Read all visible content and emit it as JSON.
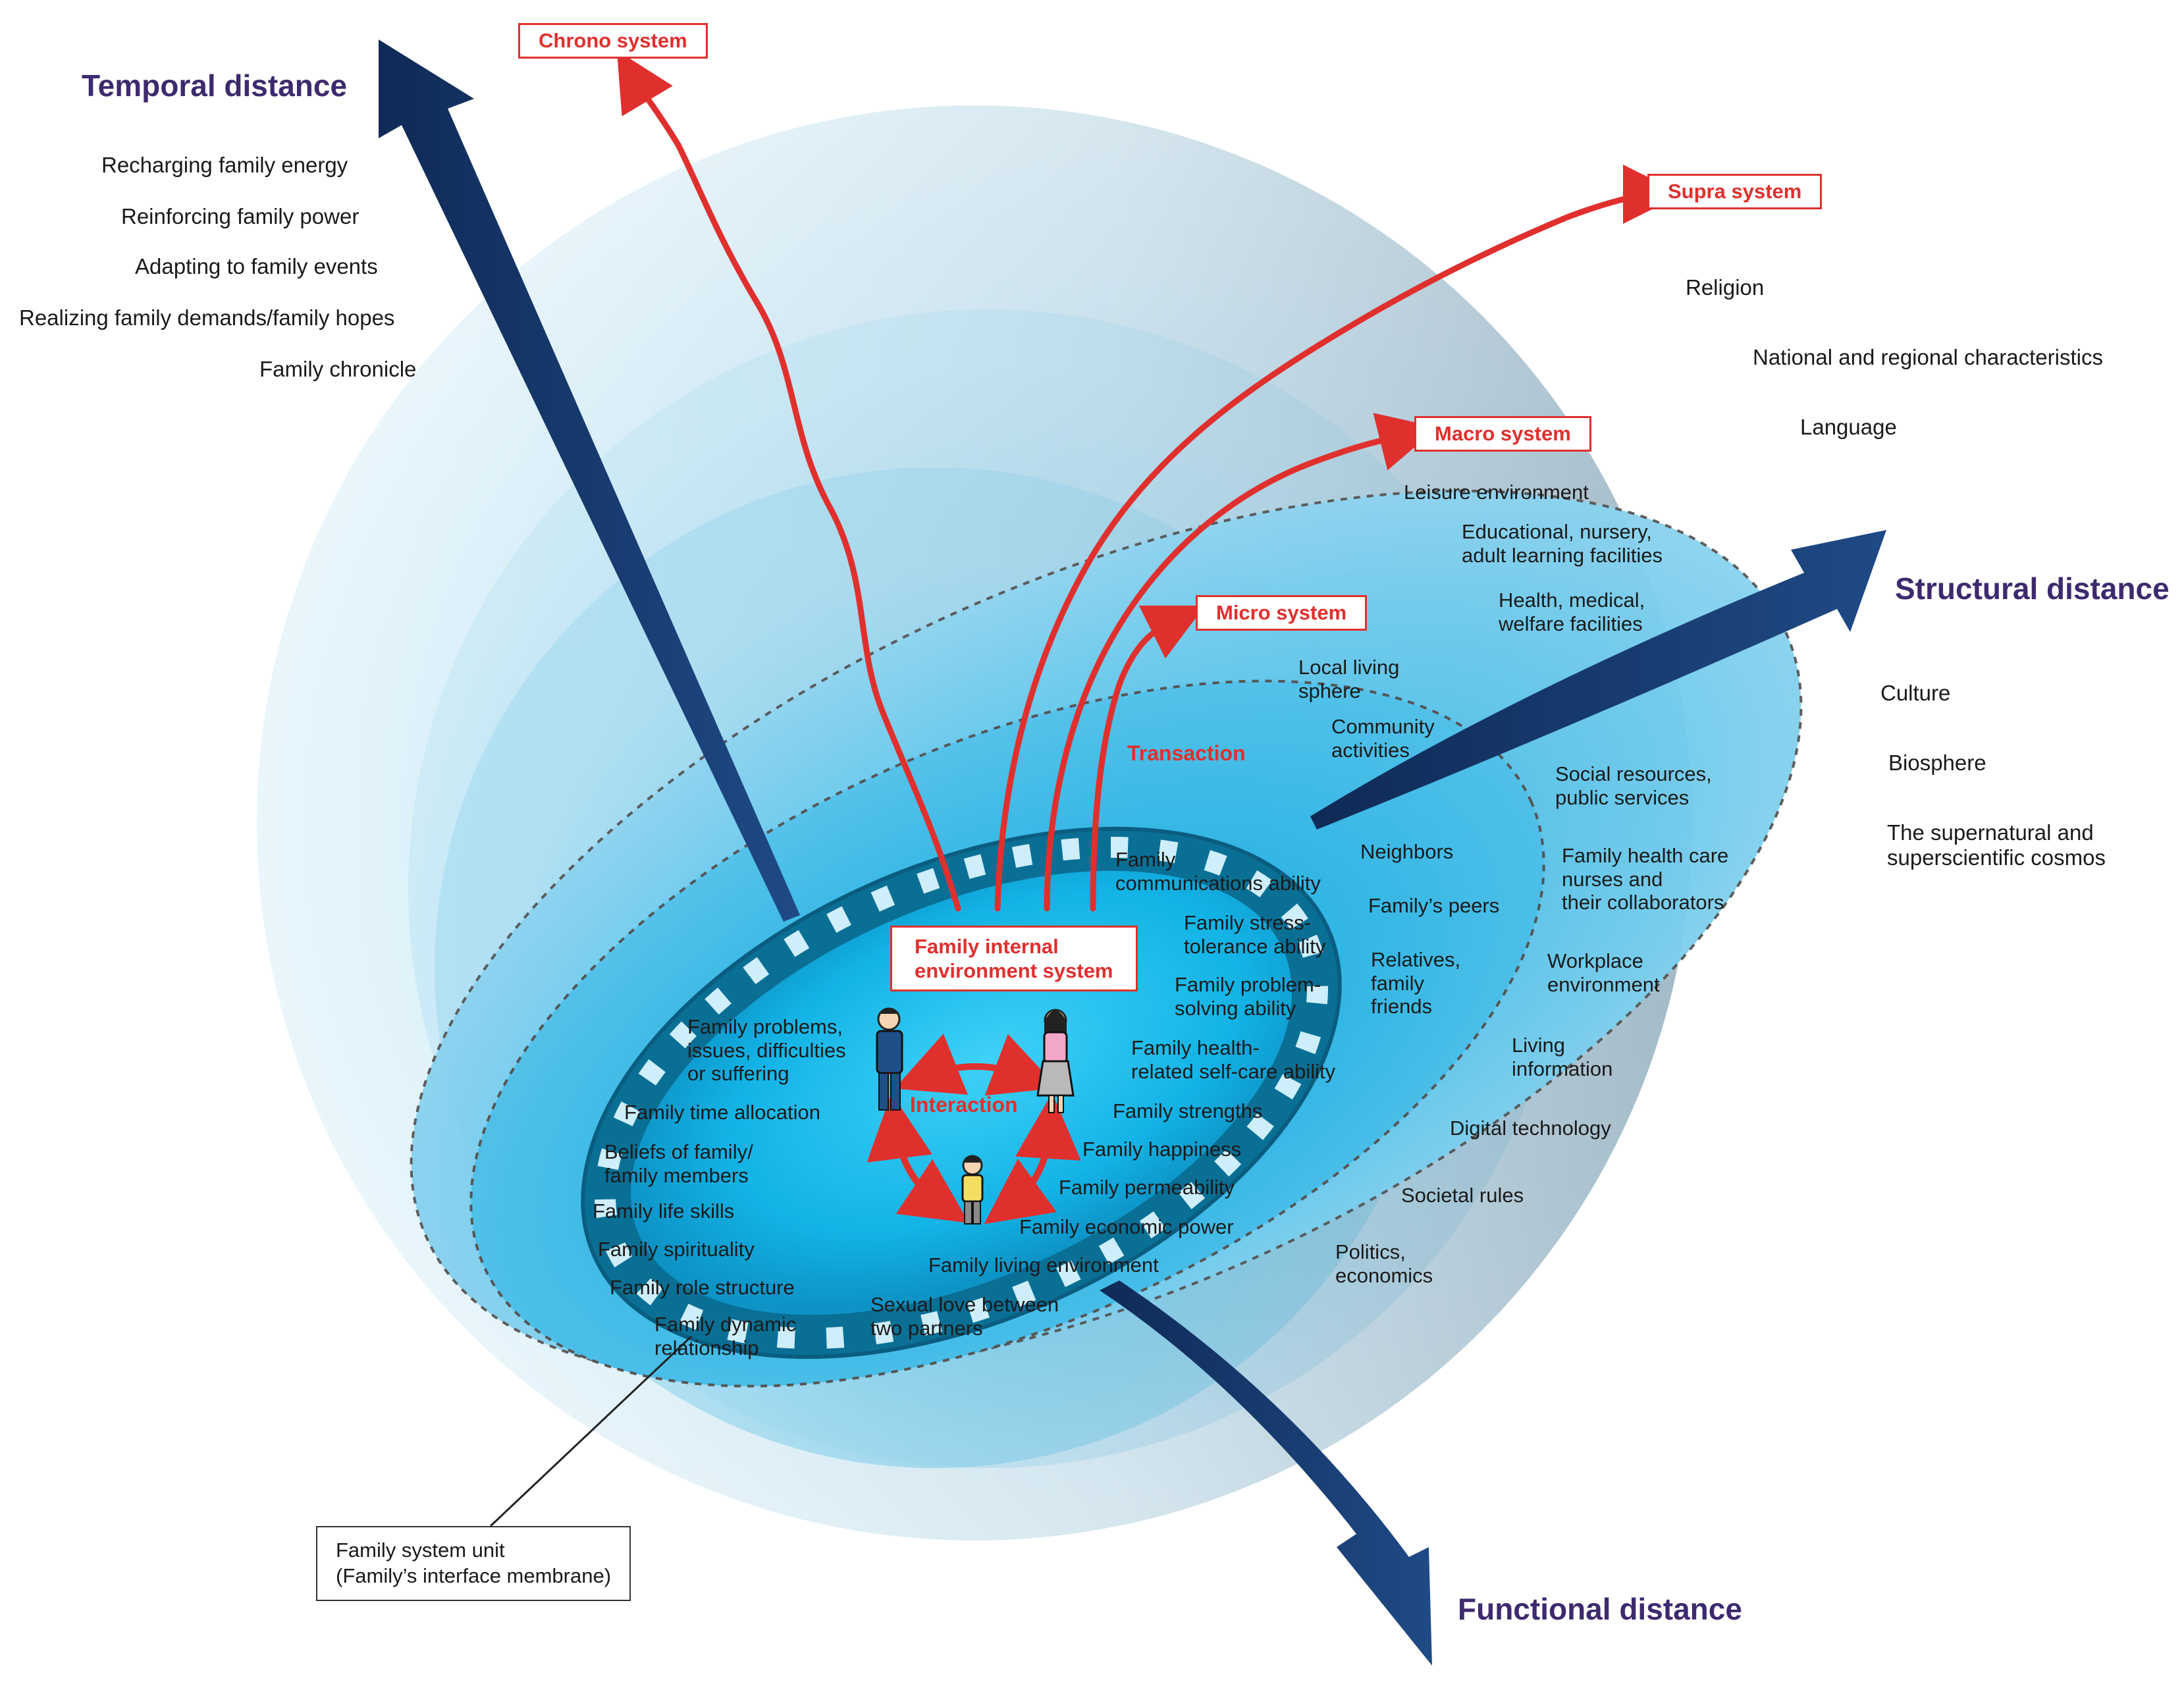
{
  "axes": {
    "temporal": "Temporal distance",
    "structural": "Structural distance",
    "functional": "Functional distance"
  },
  "systems": {
    "chrono": "Chrono system",
    "supra": "Supra system",
    "macro": "Macro system",
    "micro": "Micro system",
    "core_line1": "Family internal",
    "core_line2": "environment system",
    "transaction": "Transaction",
    "interaction": "Interaction"
  },
  "temporal_items": [
    "Recharging family energy",
    "Reinforcing family power",
    "Adapting to family events",
    "Realizing family demands/family hopes",
    "Family chronicle"
  ],
  "supra_items": {
    "religion": "Religion",
    "national": "National and regional characteristics",
    "language": "Language",
    "culture": "Culture",
    "biosphere": "Biosphere",
    "cosmos_1": "The supernatural and",
    "cosmos_2": "superscientific cosmos"
  },
  "macro_items": {
    "leisure": "Leisure environment",
    "edu_1": "Educational, nursery,",
    "edu_2": "adult learning facilities",
    "health_1": "Health, medical,",
    "health_2": "welfare facilities",
    "social_1": "Social resources,",
    "social_2": "public services",
    "fhcn_1": "Family health care",
    "fhcn_2": "nurses and",
    "fhcn_3": "their collaborators",
    "work_1": "Workplace",
    "work_2": "environment",
    "living_1": "Living",
    "living_2": "information",
    "digital": "Digital technology",
    "rules": "Societal rules",
    "politics_1": "Politics,",
    "politics_2": "economics"
  },
  "micro_items": {
    "local_1": "Local living",
    "local_2": "sphere",
    "community_1": "Community",
    "community_2": "activities",
    "neighbors": "Neighbors",
    "peers": "Family’s peers",
    "relatives_1": "Relatives,",
    "relatives_2": "family",
    "relatives_3": "friends"
  },
  "inner_right": {
    "comm_1": "Family",
    "comm_2": "communications ability",
    "stress_1": "Family stress-",
    "stress_2": "tolerance ability",
    "problem_1": "Family problem-",
    "problem_2": "solving ability",
    "health_1": "Family health-",
    "health_2": "related self-care ability",
    "strengths": "Family strengths",
    "happiness": "Family happiness",
    "permeability": "Family permeability",
    "economic": "Family economic power",
    "living": "Family living environment",
    "love_1": "Sexual love between",
    "love_2": "two partners"
  },
  "inner_left": {
    "issues_1": "Family problems,",
    "issues_2": "issues, difficulties",
    "issues_3": "or suffering",
    "time": "Family time allocation",
    "beliefs_1": "Beliefs of family/",
    "beliefs_2": "family members",
    "skills": "Family life skills",
    "spirit": "Family spirituality",
    "role": "Family role structure",
    "dynamic_1": "Family dynamic",
    "dynamic_2": "relationship"
  },
  "unit_box": {
    "line1": "Family system unit",
    "line2": "(Family’s interface membrane)"
  },
  "colors": {
    "accent_red": "#e0302e",
    "axis_text": "#3d2a6e",
    "arrow_navy": "#13305f",
    "sphere_light": "#d6eef8",
    "sphere_deep": "#00aee0"
  }
}
